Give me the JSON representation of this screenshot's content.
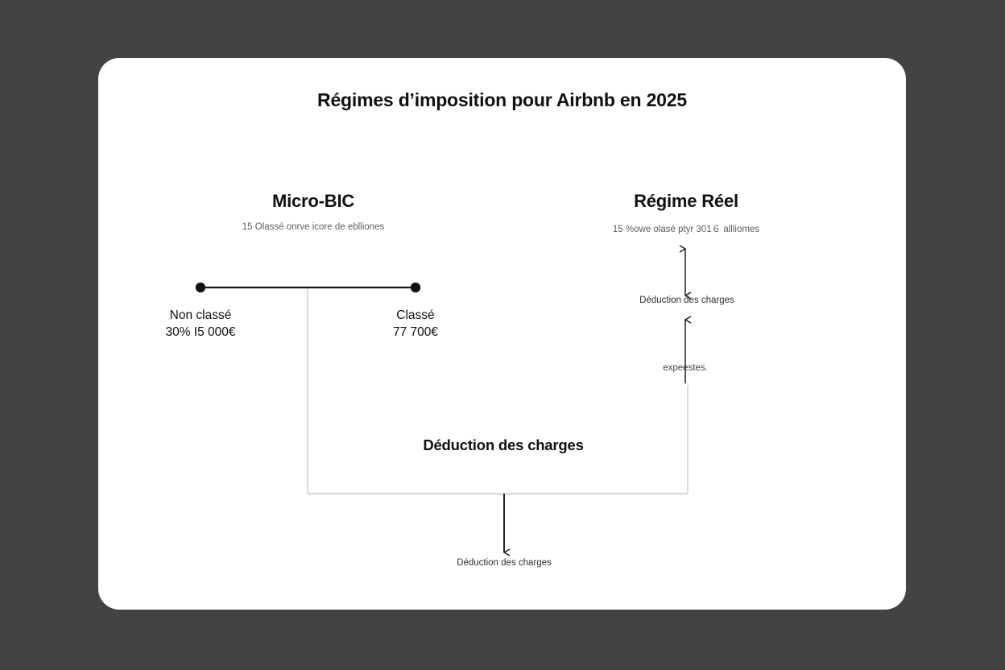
{
  "canvas": {
    "background_color": "#434343",
    "card_background": "#ffffff"
  },
  "header": {
    "title": "Régimes d’imposition pour Airbnb en 2025"
  },
  "columns": [
    {
      "id": "micro-bic",
      "title": "Micro-BIC",
      "subtitle": "15 Olassé onrve icore de eblliones"
    },
    {
      "id": "regime-reel",
      "title": "Régime Réel",
      "subtitle": "15 %owe olasé ptyr 301６ allliomes"
    }
  ],
  "nodes": [
    {
      "id": "non-classe",
      "label": "Non classé",
      "value": "30% I5 000€"
    },
    {
      "id": "classe",
      "label": "Classé",
      "value": "77 700€"
    }
  ],
  "labels": {
    "center_deduction": "Déduction des charges",
    "right_deduction": "Déduction des charges",
    "right_expenses": "expeestes.",
    "bottom_deduction": "Déduction des charges"
  },
  "colors": {
    "line_dark": "#1a1a1a",
    "line_light": "#cccccc",
    "text_primary": "#111111",
    "text_muted": "#2f2f2f"
  }
}
